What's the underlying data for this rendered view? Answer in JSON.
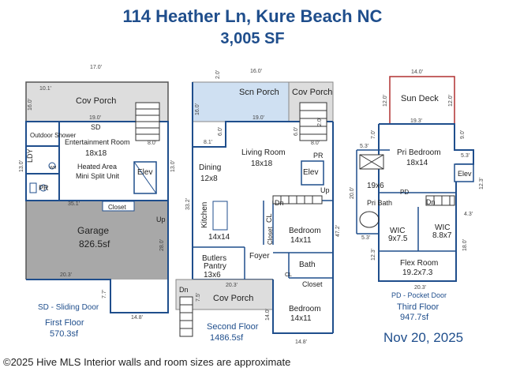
{
  "header": {
    "address": "114 Heather Ln, Kure Beach NC",
    "total_sf": "3,005 SF"
  },
  "first_floor": {
    "name": "First Floor",
    "area": "570.3sf",
    "rooms": {
      "cov_porch": "Cov Porch",
      "outdoor_shower": "Outdoor Shower",
      "sd": "SD",
      "entertainment": "Entertainment Room",
      "entertainment_size": "18x18",
      "heated": "Heated Area",
      "mini_split": "Mini Split Unit",
      "elev": "Elev",
      "ldy": "LDY",
      "pr": "PR",
      "closet": "Closet",
      "up": "Up",
      "garage": "Garage",
      "garage_size": "826.5sf",
      "wh": "WH"
    },
    "dims": {
      "top": "17.0'",
      "porch_w": "10.1'",
      "porch_h": "16.0'",
      "d19": "19.0'",
      "d8": "8.0'",
      "left": "13.0'",
      "right": "13.0'",
      "d351": "35.1'",
      "d280": "28.0'",
      "d203": "20.3'",
      "d77": "7.7'",
      "bottom": "14.8'"
    }
  },
  "second_floor": {
    "name": "Second Floor",
    "area": "1486.5sf",
    "rooms": {
      "scn_porch": "Scn Porch",
      "cov_porch_top": "Cov Porch",
      "living": "Living Room",
      "living_size": "18x18",
      "dining": "Dining",
      "dining_size": "12x8",
      "pr": "PR",
      "elev": "Elev",
      "up": "Up",
      "dn": "Dn",
      "kitchen": "Kitchen",
      "kitchen_size": "14x14",
      "cl": "CL",
      "bedroom1": "Bedroom",
      "bedroom1_size": "14x11",
      "closet_v": "Closet",
      "butlers": "Butlers",
      "pantry": "Pantry",
      "pantry_size": "13x6",
      "foyer": "Foyer",
      "bath": "Bath",
      "closet_h": "Closet",
      "cl2": "CL",
      "dn2": "Dn",
      "cov_porch_bottom": "Cov Porch",
      "bedroom2": "Bedroom",
      "bedroom2_size": "14x11"
    },
    "dims": {
      "d20": "2.0'",
      "d160": "16.0'",
      "d160l": "16.0'",
      "d190": "19.0'",
      "d60": "6.0'",
      "d81": "8.1'",
      "d60r": "6.0'",
      "d80": "8.0'",
      "d332": "33.2'",
      "d472": "47.2'",
      "d203": "20.3'",
      "d75": "7.5'",
      "d140": "14.0'",
      "d148": "14.8'",
      "d20b": "2.0'"
    }
  },
  "third_floor": {
    "name": "Third Floor",
    "area": "947.7sf",
    "rooms": {
      "sun_deck": "Sun Deck",
      "pri_bedroom": "Pri Bedroom",
      "pri_bedroom_size": "18x14",
      "elev": "Elev",
      "bath_size": "19x6",
      "pd": "PD",
      "pri_bath": "Pri Bath",
      "dn": "Dn",
      "wic1": "WIC",
      "wic1_size": "9x7.5",
      "wic2": "WIC",
      "wic2_size": "8.8x7",
      "flex": "Flex Room",
      "flex_size": "19.2x7.3"
    },
    "dims": {
      "d140": "14.0'",
      "d120l": "12.0'",
      "d120r": "12.0'",
      "d193": "19.3'",
      "d53": "5.3'",
      "d90": "9.0'",
      "d53r": "5.3'",
      "d70": "7.0'",
      "d200": "20.0'",
      "d123r": "12.3'",
      "d43": "4.3'",
      "d53b": "5.3'",
      "d123": "12.3'",
      "d180": "18.0'",
      "d203": "20.3'"
    }
  },
  "notes": {
    "sd_legend": "SD - Sliding Door",
    "pd_legend": "PD - Pocket Door",
    "date": "Nov 20, 2025",
    "footer": "©2025 Hive MLS Interior walls and room sizes are approximate"
  },
  "colors": {
    "title": "#1f4e8c",
    "wall": "#1f4e8c",
    "garage_fill": "#a8a8a8",
    "porch_fill": "#dddddd",
    "screen_fill": "#cfe0f2",
    "deck_border": "#b03030"
  }
}
